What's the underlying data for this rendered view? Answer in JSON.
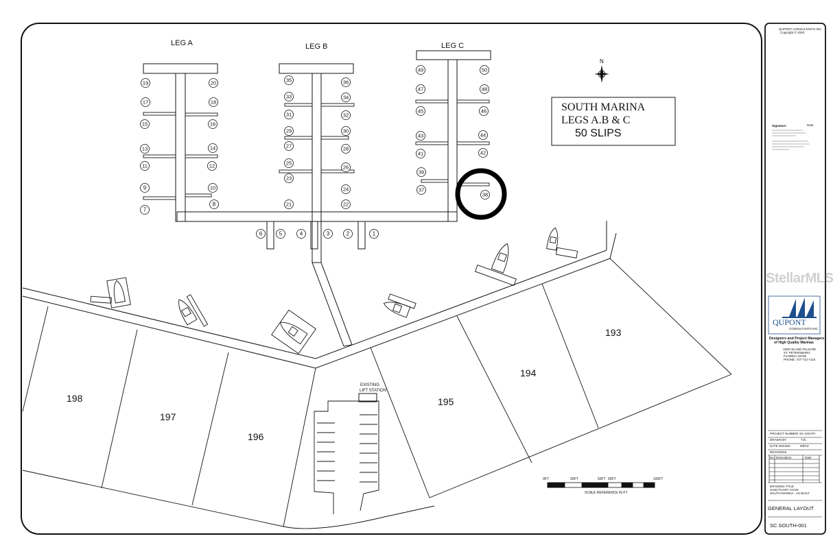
{
  "legs": {
    "a": "LEG A",
    "b": "LEG B",
    "c": "LEG C"
  },
  "title_box": {
    "line1": "SOUTH MARINA",
    "line2": "LEGS A.B & C",
    "line3": "50 SLIPS"
  },
  "north": "N",
  "slips": [
    "1",
    "2",
    "3",
    "4",
    "5",
    "6",
    "7",
    "8",
    "9",
    "10",
    "11",
    "12",
    "13",
    "14",
    "15",
    "16",
    "17",
    "18",
    "19",
    "20",
    "21",
    "22",
    "23",
    "24",
    "25",
    "26",
    "27",
    "28",
    "29",
    "30",
    "31",
    "32",
    "33",
    "34",
    "35",
    "36",
    "37",
    "38",
    "39",
    "41",
    "42",
    "43",
    "44",
    "45",
    "46",
    "47",
    "48",
    "49",
    "50"
  ],
  "lots": [
    "193",
    "194",
    "195",
    "196",
    "197",
    "198"
  ],
  "lift_station": {
    "line1": "EXISTING",
    "line2": "LIFT STATION"
  },
  "scale": {
    "t0": "0FT",
    "t25": "25FT",
    "t50": "50FT",
    "t60": "60FT",
    "t100": "100FT",
    "caption": "SCALE REFERENCE IN FT"
  },
  "watermark": "StellarMLS",
  "titleblock": {
    "header1": "QUPONT CONSULTANTS INC",
    "header2": "Copyright © 2020",
    "signature": "Signature",
    "date": "Date",
    "logo_text": "QUPONT",
    "logo_sub": "CONSULTANTS INC",
    "tagline1": "Designers and Project Managers",
    "tagline2": "of High Quality Marinas",
    "addr1": "1008 ISLAND PALM RD",
    "addr2": "ST. PETERSBURG",
    "addr3": "FLORIDA 33706",
    "addr4": "PHONE: 727-712-7116",
    "project_number_label": "PROJECT NUMBER",
    "project_number": "SC-SOUTH",
    "drawn_by_label": "DRAWN BY",
    "drawn_by": "TJC",
    "date_issued_label": "DATE ISSUED",
    "date_issued": "9/8/23",
    "revisions_label": "REVISIONS",
    "col_no": "No",
    "col_desc": "Description",
    "col_date": "Date",
    "drawing_title_label": "DRAWING TITLE",
    "drawing_title1": "SANCTUARY COVE",
    "drawing_title2": "SOUTH MARINA - AS BUILT",
    "sheet_title": "GENERAL LAYOUT",
    "sheet_number": "SC SOUTH-001"
  },
  "colors": {
    "line": "#111111",
    "logo_blue": "#1d4f8f"
  }
}
